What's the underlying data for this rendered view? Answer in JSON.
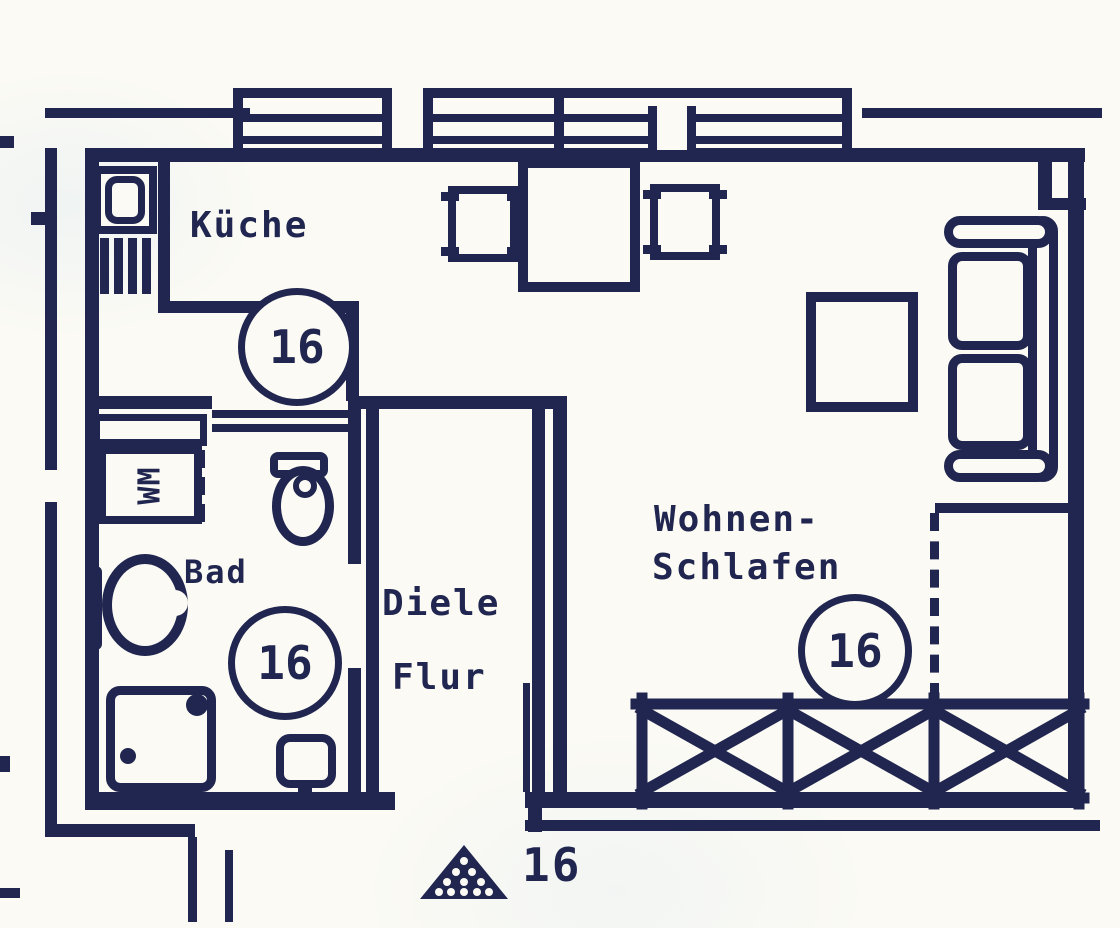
{
  "labels": {
    "kitchen": "Küche",
    "bath": "Bad",
    "hall_line1": "Diele",
    "hall_line2": "Flur",
    "living_line1": "Wohnen-",
    "living_line2": "Schlafen",
    "washing_machine": "WM"
  },
  "markers": {
    "kitchen": "16",
    "bath": "16",
    "living": "16",
    "plan_number": "16"
  },
  "colors": {
    "ink": "#20264f",
    "paper": "#fbfaf4"
  }
}
